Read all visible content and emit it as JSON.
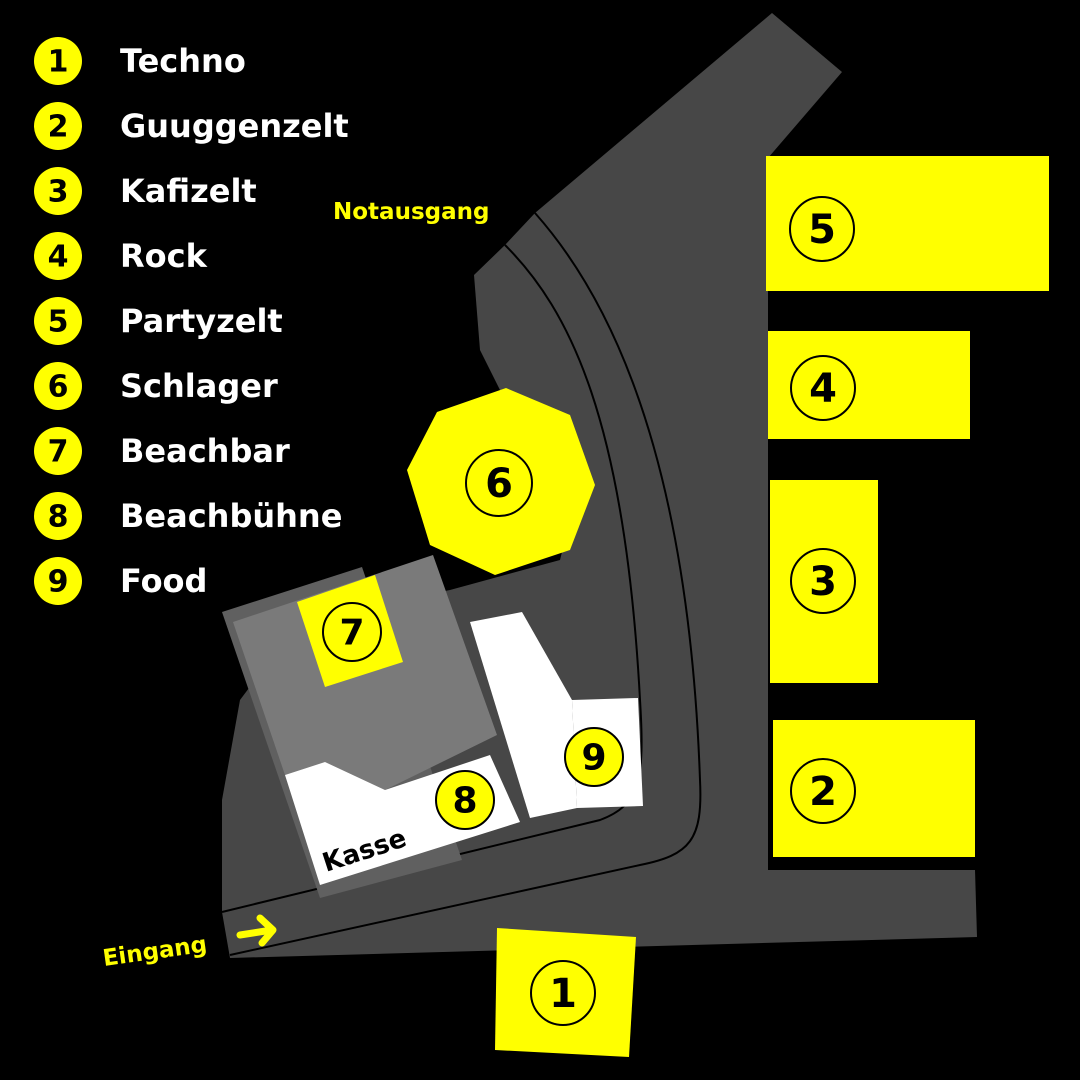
{
  "colors": {
    "background": "#000000",
    "area": "#474747",
    "accent": "#ffff00",
    "white": "#ffffff"
  },
  "legend": [
    {
      "num": "1",
      "label": "Techno"
    },
    {
      "num": "2",
      "label": "Guuggenzelt"
    },
    {
      "num": "3",
      "label": "Kafizelt"
    },
    {
      "num": "4",
      "label": "Rock"
    },
    {
      "num": "5",
      "label": "Partyzelt"
    },
    {
      "num": "6",
      "label": "Schlager"
    },
    {
      "num": "7",
      "label": "Beachbar"
    },
    {
      "num": "8",
      "label": "Beachbühne"
    },
    {
      "num": "9",
      "label": "Food"
    }
  ],
  "map": {
    "emergency_exit": "Notausgang",
    "entrance": "Eingang",
    "cashier": "Kasse",
    "entrance_icon": "arrow-right-icon"
  }
}
